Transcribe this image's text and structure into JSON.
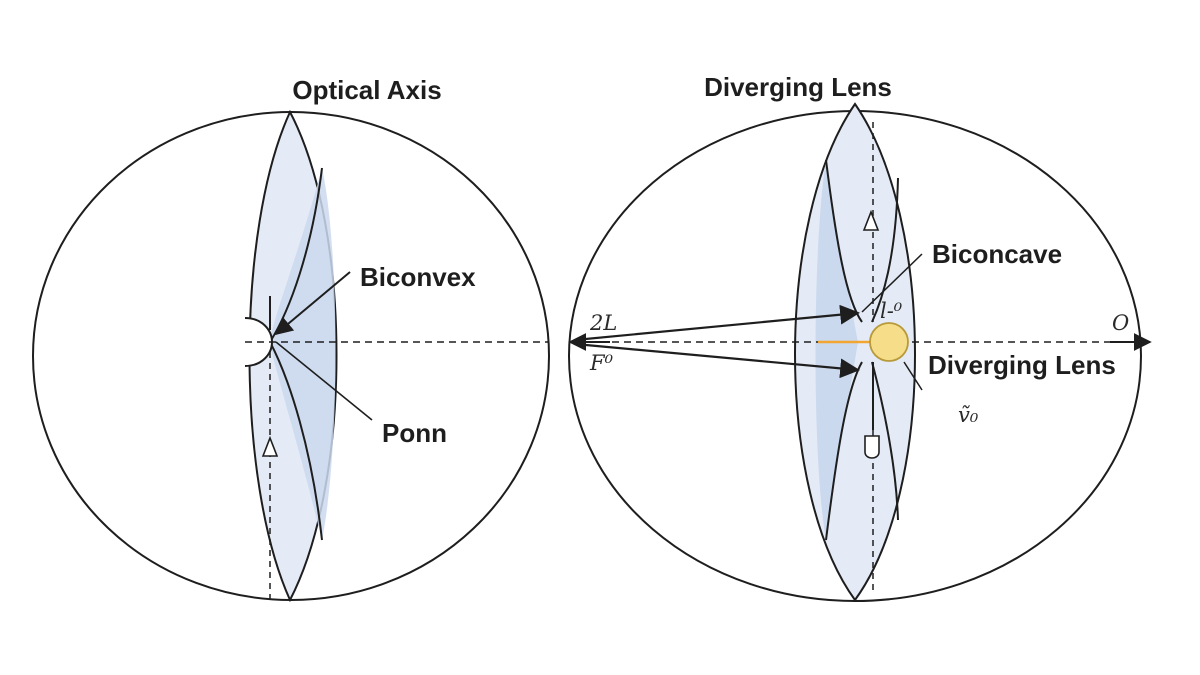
{
  "left_panel": {
    "title": "Optical Axis",
    "labels": {
      "biconvex": "Biconvex",
      "point": "Ponn"
    }
  },
  "right_panel": {
    "title": "Diverging Lens",
    "labels": {
      "biconcave": "Biconcave",
      "diverging_lens": "Diverging Lens",
      "focal_left": "2L",
      "focal_left_lower": "F⁰",
      "top_small": "l-⁰",
      "right_end": "O",
      "bottom_small": "ṽ₀"
    }
  },
  "colors": {
    "stroke": "#1e1e1e",
    "lens_fill": "#e4ebf6",
    "lens_shade": "#cbd9ee",
    "bulb": "#f6dd8a",
    "bulb_stroke": "#b89a3a",
    "ray_orange": "#f2a631"
  }
}
